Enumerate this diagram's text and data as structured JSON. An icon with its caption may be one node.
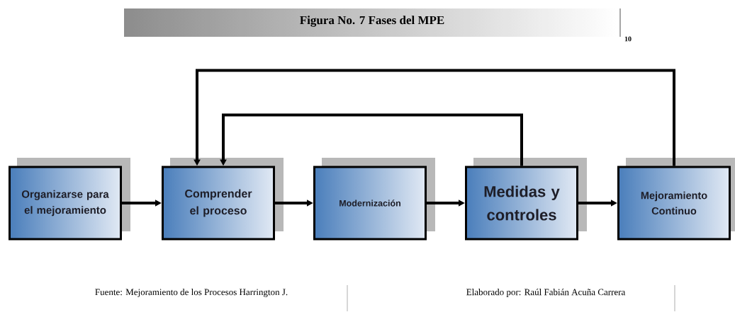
{
  "diagram": {
    "title": "Figura No. 7 Fases del MPE",
    "nodes": [
      {
        "text": [
          "Organizarse para el mejoramiento"
        ]
      },
      {
        "text": [
          "Comprender el proceso"
        ]
      },
      {
        "text": [
          "Modernización"
        ]
      },
      {
        "text": [
          "Medidas y controles"
        ]
      },
      {
        "text": [
          "Mejoramiento Continuo"
        ]
      }
    ],
    "edges": [
      {
        "from": 0,
        "to": 1,
        "arrow": "to"
      },
      {
        "from": 1,
        "to": 2,
        "arrow": "to"
      },
      {
        "from": 2,
        "to": 3,
        "arrow": "to"
      },
      {
        "from": 3,
        "to": 4,
        "arrow": "to"
      },
      {
        "from": 3,
        "to": 1,
        "arrow": "to"
      },
      {
        "from": 4,
        "to": 1,
        "arrow": "to"
      }
    ],
    "labels": [
      "10",
      "Fuente: Mejoramiento de los Procesos Harrington J.",
      "Elaborado por: Raúl Fabián Acuña Carrera"
    ]
  }
}
